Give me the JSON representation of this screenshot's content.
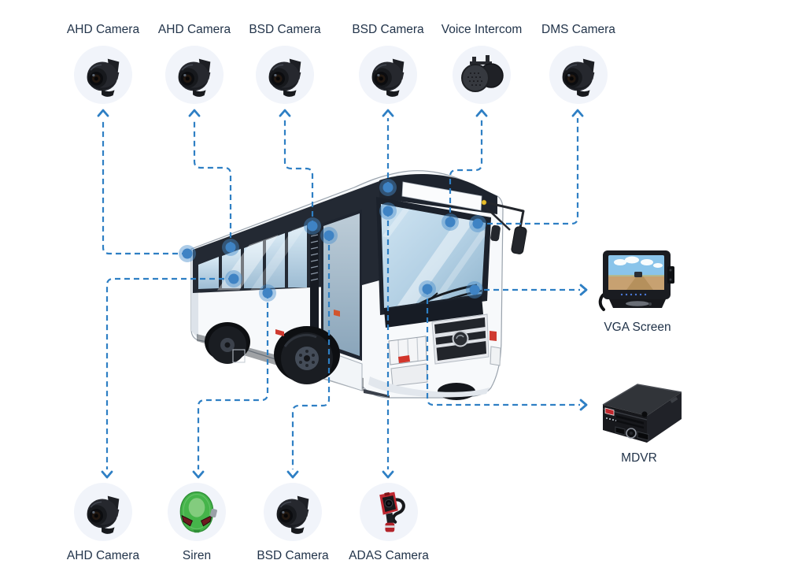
{
  "diagram": {
    "subject": "bus-onboard-camera-system",
    "colors": {
      "background": "#ffffff",
      "connector_blue": "#2e7fc4",
      "mount_dot_blue": "#3f83c4",
      "label_text": "#22344a",
      "device_circle_bg": "#f1f4fa",
      "siren_green": "#45b44a",
      "adas_red": "#bf2730"
    }
  },
  "devices": {
    "top": [
      {
        "label": "AHD Camera",
        "icon": "dome-camera"
      },
      {
        "label": "AHD Camera",
        "icon": "dome-camera"
      },
      {
        "label": "BSD Camera",
        "icon": "dome-camera"
      },
      {
        "label": "BSD Camera",
        "icon": "dome-camera"
      },
      {
        "label": "Voice Intercom",
        "icon": "voice-intercom"
      },
      {
        "label": "DMS Camera",
        "icon": "dome-camera"
      }
    ],
    "bottom": [
      {
        "label": "AHD Camera",
        "icon": "dome-camera"
      },
      {
        "label": "Siren",
        "icon": "siren"
      },
      {
        "label": "BSD Camera",
        "icon": "dome-camera"
      },
      {
        "label": "ADAS Camera",
        "icon": "adas-camera"
      }
    ],
    "right": [
      {
        "label": "VGA Screen",
        "icon": "vga-monitor"
      },
      {
        "label": "MDVR",
        "icon": "mdvr-box"
      }
    ]
  }
}
